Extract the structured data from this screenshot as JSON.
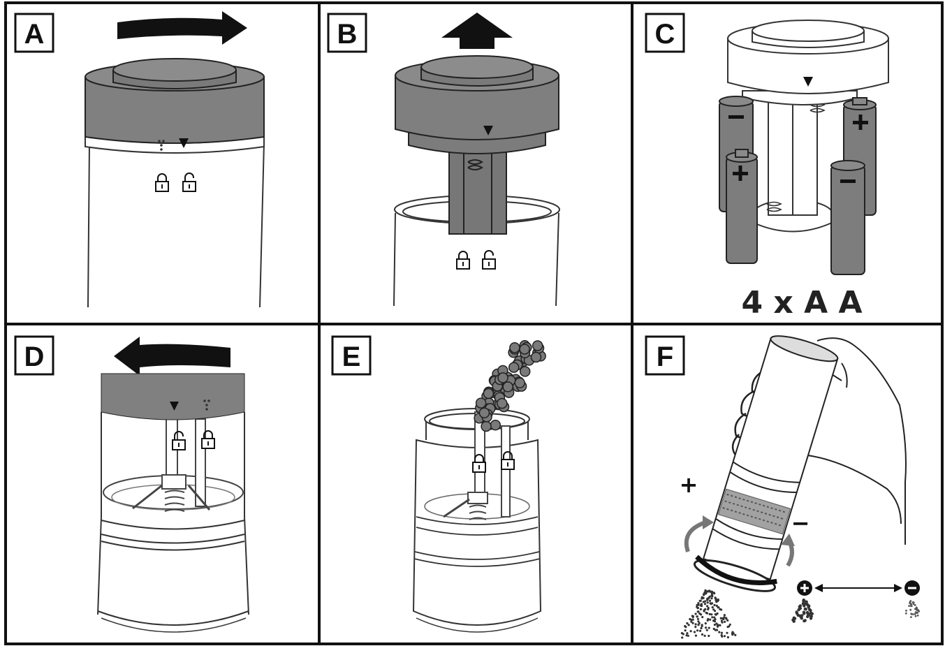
{
  "panels": [
    {
      "letter": "A"
    },
    {
      "letter": "B"
    },
    {
      "letter": "C",
      "caption": "4 x A A"
    },
    {
      "letter": "D"
    },
    {
      "letter": "E"
    },
    {
      "letter": "F",
      "plus": "+",
      "minus": "−"
    }
  ],
  "colors": {
    "ink": "#111111",
    "shade": "#808080",
    "shade_dark": "#6e6e6e",
    "paper": "#ffffff"
  },
  "icons": [
    "arrow-right-curved-icon",
    "arrow-up-icon",
    "arrow-left-curved-icon",
    "lock-icon",
    "unlock-icon",
    "battery-icon",
    "pepper-grains-icon",
    "hand-icon"
  ]
}
